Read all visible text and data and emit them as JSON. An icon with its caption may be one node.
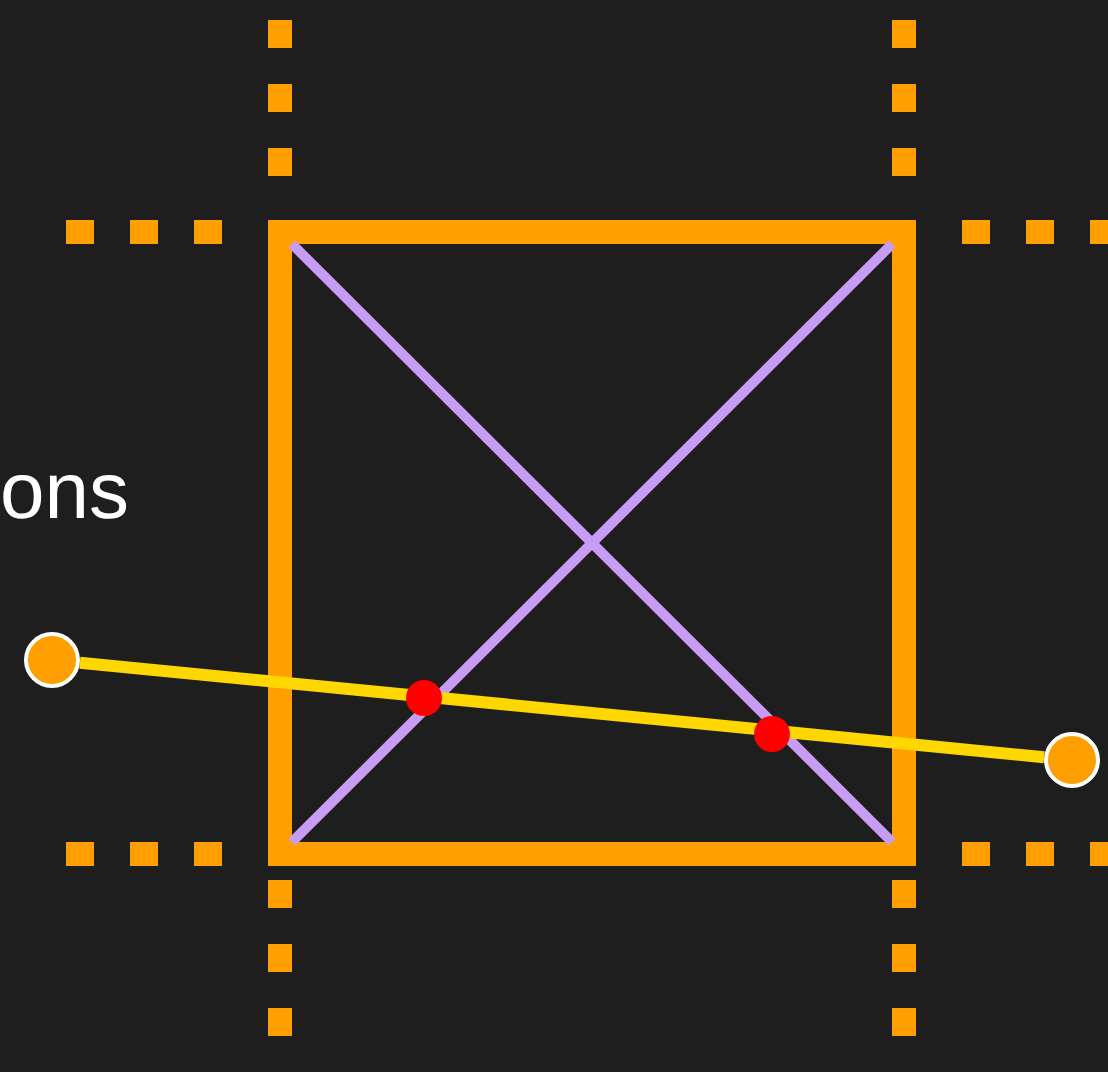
{
  "diagram": {
    "nodes": [
      {
        "text": [],
        "shape": "circle"
      },
      {
        "text": [],
        "shape": "circle"
      }
    ],
    "edges": [
      {
        "from": 0,
        "to": 1,
        "arrow": "none"
      }
    ],
    "labels": [
      "ons"
    ]
  }
}
